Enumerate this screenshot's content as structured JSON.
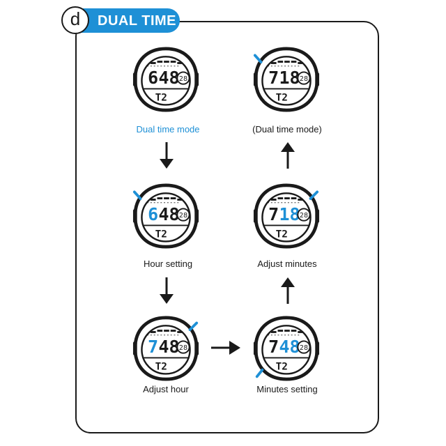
{
  "header": {
    "badge": "d",
    "title": "DUAL TIME"
  },
  "steps": [
    {
      "label": "Dual time mode",
      "time_hour": "6",
      "time_min": "48",
      "sub": "T2",
      "date": "28",
      "hour_blue": false,
      "min_blue": false
    },
    {
      "label": "Hour setting",
      "time_hour": "6",
      "time_min": "48",
      "sub": "T2",
      "date": "28",
      "hour_blue": true,
      "min_blue": false
    },
    {
      "label": "Adjust hour",
      "time_hour": "7",
      "time_min": "48",
      "sub": "T2",
      "date": "28",
      "hour_blue": true,
      "min_blue": false
    },
    {
      "label": "Minutes setting",
      "time_hour": "7",
      "time_min": "48",
      "sub": "T2",
      "date": "28",
      "hour_blue": false,
      "min_blue": true
    },
    {
      "label": "Adjust minutes",
      "time_hour": "7",
      "time_min": "18",
      "sub": "T2",
      "date": "28",
      "hour_blue": false,
      "min_blue": true
    },
    {
      "label": "(Dual time mode)",
      "time_hour": "7",
      "time_min": "18",
      "sub": "T2",
      "date": "28",
      "hour_blue": false,
      "min_blue": false
    }
  ],
  "colors": {
    "accent": "#1e90d6",
    "ink": "#1a1a1a"
  }
}
